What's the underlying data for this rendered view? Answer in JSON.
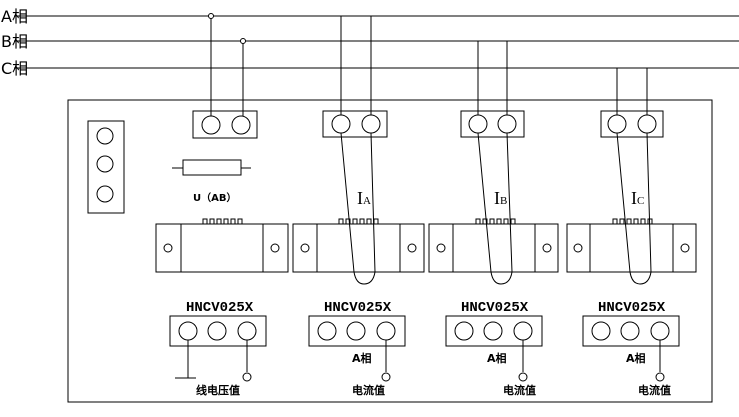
{
  "phase_lines": [
    {
      "label": "A相"
    },
    {
      "label": "B相"
    },
    {
      "label": "C相"
    }
  ],
  "voltage_resistor_label": "U（AB）",
  "transformers": [
    {
      "current_label_main": "I",
      "current_label_sub": "A"
    },
    {
      "current_label_main": "I",
      "current_label_sub": "B"
    },
    {
      "current_label_main": "I",
      "current_label_sub": "C"
    }
  ],
  "modules": [
    {
      "model": "HNCV025X",
      "phase": "",
      "output": "线电压值"
    },
    {
      "model": "HNCV025X",
      "phase": "A相",
      "output": "电流值"
    },
    {
      "model": "HNCV025X",
      "phase": "A相",
      "output": "电流值"
    },
    {
      "model": "HNCV025X",
      "phase": "A相",
      "output": "电流值"
    }
  ]
}
